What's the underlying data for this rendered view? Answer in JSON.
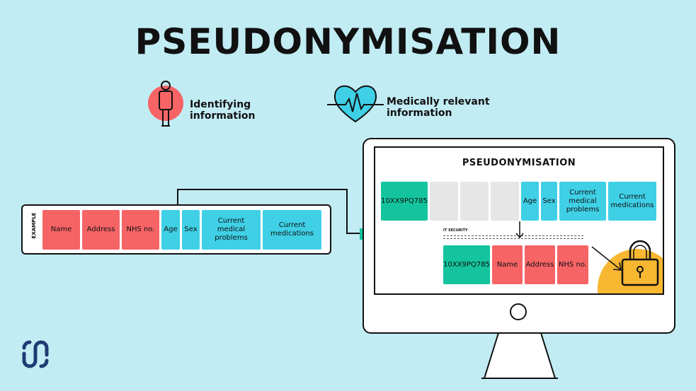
{
  "title": "PSEUDONYMISATION",
  "legend": {
    "identifying": "Identifying information",
    "medical": "Medically relevant information"
  },
  "example": {
    "label": "EXAMPLE",
    "fields": [
      "Name",
      "Address",
      "NHS no.",
      "Age",
      "Sex",
      "Current medical problems",
      "Current medications"
    ]
  },
  "monitor": {
    "title": "PSEUDONYMISATION",
    "top_row": {
      "id": "10XX9PQ785",
      "fields": [
        "Age",
        "Sex",
        "Current medical problems",
        "Current medications"
      ]
    },
    "it_security": "IT SECURITY",
    "bottom_row": {
      "id": "10XX9PQ785",
      "fields": [
        "Name",
        "Address",
        "NHS no."
      ]
    }
  },
  "colors": {
    "background": "#c2ecf4",
    "identifying": "#f66466",
    "medical": "#3fd0e6",
    "pseudonym": "#14c49f",
    "lock_accent": "#f7b731"
  },
  "icons": [
    "person-icon",
    "heart-pulse-icon",
    "lock-icon",
    "logo-icon",
    "arrow-down-icon",
    "arrow-diagonal-icon"
  ]
}
